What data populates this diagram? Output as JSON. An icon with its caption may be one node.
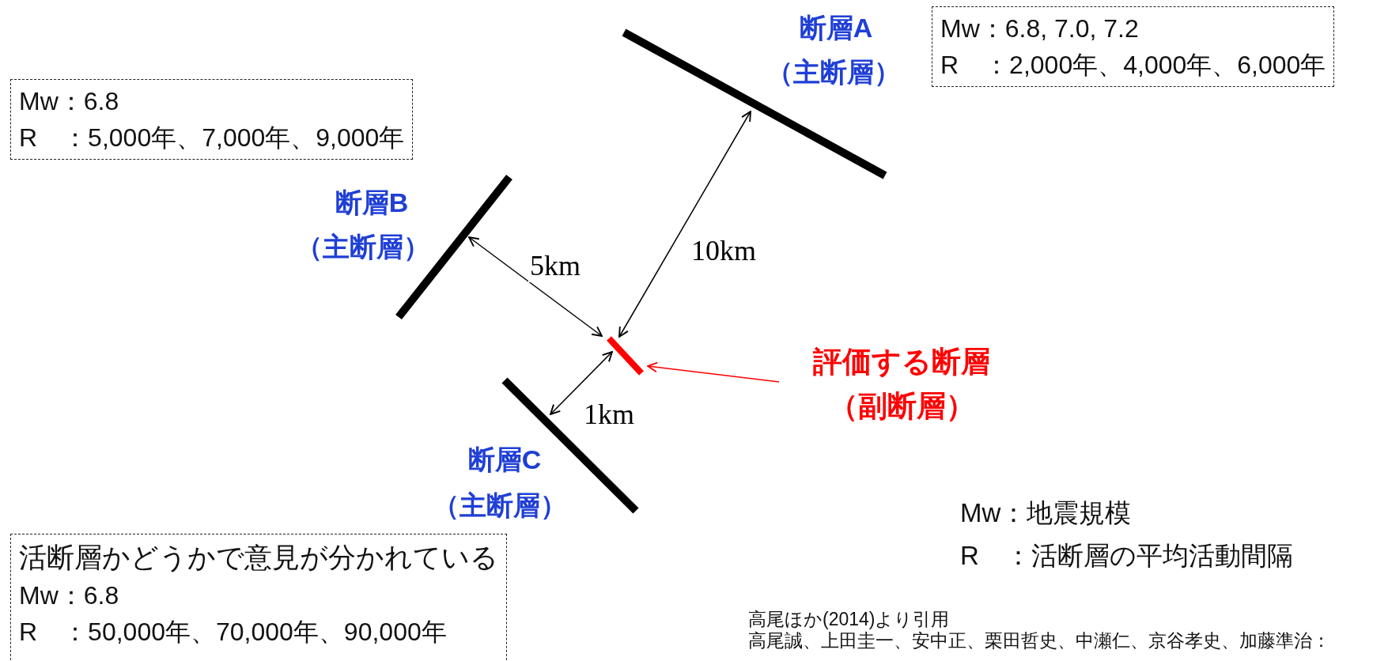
{
  "diagram": {
    "nodes": [
      {
        "text": [
          "断層A",
          "（主断層）"
        ]
      },
      {
        "text": [
          "Mw：6.8, 7.0, 7.2",
          "R　：2,000年、4,000年、6,000年"
        ]
      },
      {
        "text": [
          "Mw：6.8",
          "R　：5,000年、7,000年、9,000年"
        ]
      },
      {
        "text": [
          "断層B",
          "（主断層）"
        ]
      },
      {
        "text": [],
        "shape": "bar"
      },
      {
        "text": [
          "評価する断層",
          "（副断層）"
        ]
      },
      {
        "text": [
          "断層C",
          "（主断層）"
        ]
      },
      {
        "text": [
          "活断層かどうかで意見が分かれている",
          "Mw：6.8",
          "R　：50,000年、70,000年、90,000年"
        ]
      }
    ],
    "edges": [
      {
        "from": 0,
        "to": 4,
        "arrow": "both",
        "label": "10km"
      },
      {
        "from": 3,
        "to": 4,
        "arrow": "both",
        "label": "5km"
      },
      {
        "from": 6,
        "to": 4,
        "arrow": "both",
        "label": "1km"
      },
      {
        "from": 5,
        "to": 4,
        "arrow": "to",
        "color": "#ff0000"
      }
    ],
    "labels": [
      "Mw：地震規模",
      "R　：活断層の平均活動間隔",
      "高尾ほか(2014)より引用",
      "高尾誠、上田圭一、安中正、栗田哲史、中瀬仁、京谷孝史、加藤準治："
    ]
  }
}
